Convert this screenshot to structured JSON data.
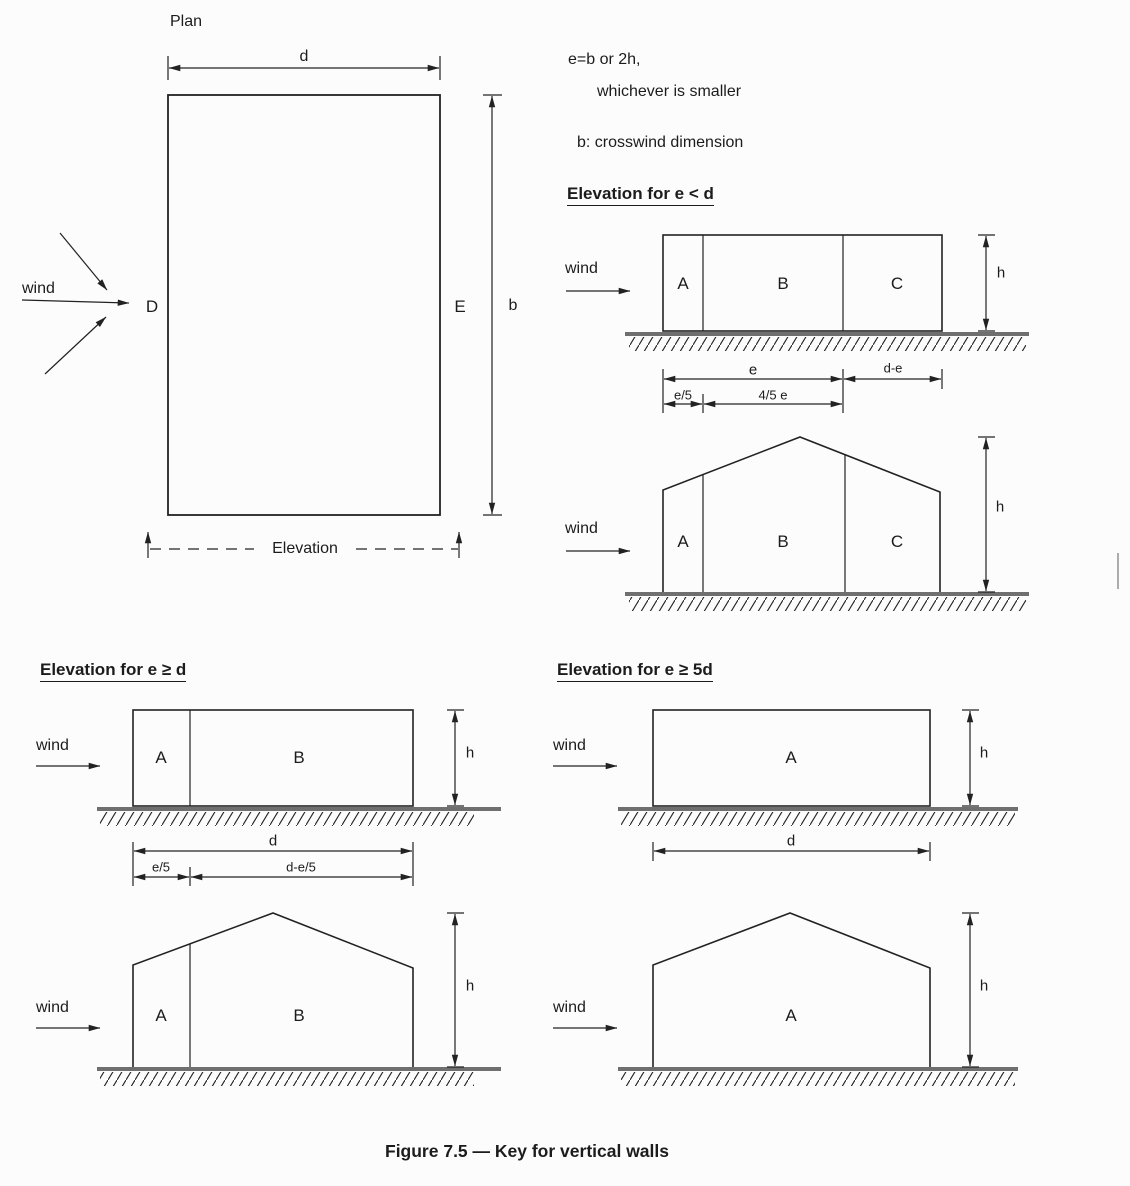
{
  "plan": {
    "title": "Plan",
    "wind": "wind",
    "zone_d": "D",
    "zone_e": "E",
    "dim_d": "d",
    "dim_b": "b",
    "elevation_marker": "Elevation"
  },
  "notes": {
    "line1": "e=b or 2h,",
    "line2": "whichever is smaller",
    "line3": "b: crosswind dimension"
  },
  "e_lt_d": {
    "heading": "Elevation for e < d",
    "flat": {
      "wind": "wind",
      "zone_a": "A",
      "zone_b": "B",
      "zone_c": "C",
      "dim_h": "h",
      "dim_e": "e",
      "dim_d_minus_e": "d-e",
      "dim_e5": "e/5",
      "dim_45e": "4/5 e"
    },
    "pitched": {
      "wind": "wind",
      "zone_a": "A",
      "zone_b": "B",
      "zone_c": "C",
      "dim_h": "h"
    }
  },
  "e_ge_d": {
    "heading": "Elevation for e ≥ d",
    "flat": {
      "wind": "wind",
      "zone_a": "A",
      "zone_b": "B",
      "dim_h": "h",
      "dim_d": "d",
      "dim_e5": "e/5",
      "dim_d_e5": "d-e/5"
    },
    "pitched": {
      "wind": "wind",
      "zone_a": "A",
      "zone_b": "B",
      "dim_h": "h"
    }
  },
  "e_ge_5d": {
    "heading": "Elevation for e ≥ 5d",
    "flat": {
      "wind": "wind",
      "zone_a": "A",
      "dim_h": "h",
      "dim_d": "d"
    },
    "pitched": {
      "wind": "wind",
      "zone_a": "A",
      "dim_h": "h"
    }
  },
  "caption": "Figure 7.5 — Key for vertical walls"
}
